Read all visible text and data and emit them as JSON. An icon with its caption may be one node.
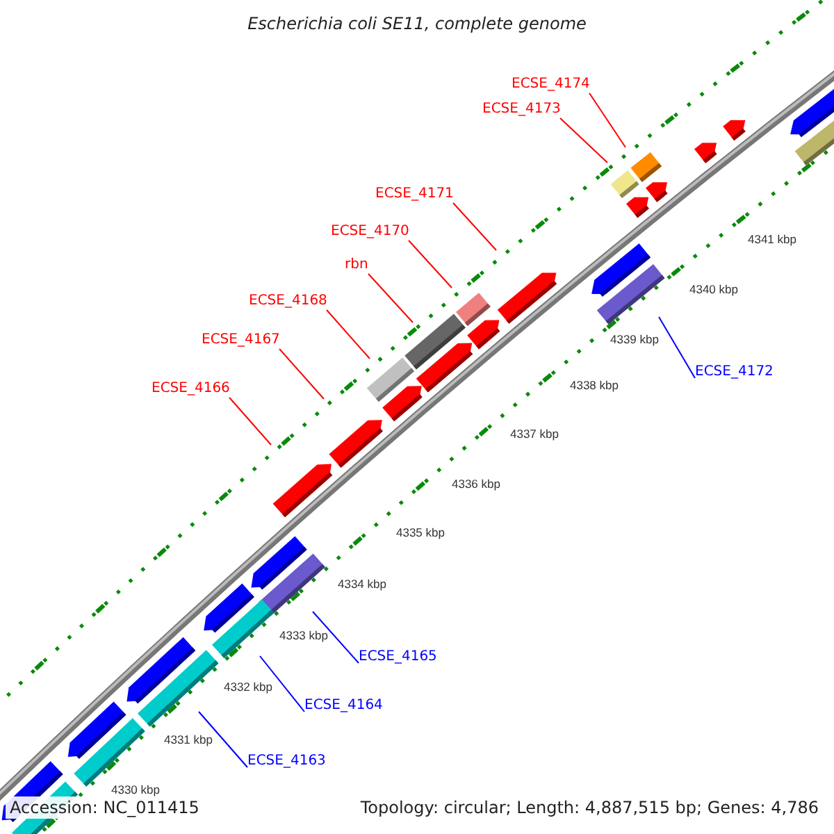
{
  "diagram": {
    "title": "Escherichia coli SE11, complete genome",
    "nodes": [
      {
        "text": [
          "ECSE_4174"
        ]
      },
      {
        "text": [
          "ECSE_4173"
        ]
      },
      {
        "text": [
          "ECSE_4171"
        ]
      },
      {
        "text": [
          "ECSE_4170"
        ]
      },
      {
        "text": [
          "rbn"
        ]
      },
      {
        "text": [
          "ECSE_4168"
        ]
      },
      {
        "text": [
          "ECSE_4167"
        ]
      },
      {
        "text": [
          "ECSE_4166"
        ]
      },
      {
        "text": [
          "ECSE_4172"
        ]
      },
      {
        "text": [
          "ECSE_4165"
        ]
      },
      {
        "text": [
          "ECSE_4164"
        ]
      },
      {
        "text": [
          "ECSE_4163"
        ]
      }
    ],
    "edges": [
      {
        "from": 0,
        "to": null,
        "arrow": "none"
      },
      {
        "from": 1,
        "to": null,
        "arrow": "none"
      },
      {
        "from": 2,
        "to": null,
        "arrow": "none"
      },
      {
        "from": 3,
        "to": null,
        "arrow": "none"
      },
      {
        "from": 4,
        "to": null,
        "arrow": "none"
      },
      {
        "from": 5,
        "to": null,
        "arrow": "none"
      },
      {
        "from": 6,
        "to": null,
        "arrow": "none"
      },
      {
        "from": 7,
        "to": null,
        "arrow": "none"
      },
      {
        "from": 8,
        "to": null,
        "arrow": "none",
        "color": "#0000ff"
      },
      {
        "from": 9,
        "to": null,
        "arrow": "none",
        "color": "#0000ff"
      },
      {
        "from": 10,
        "to": null,
        "arrow": "none",
        "color": "#0000ff"
      },
      {
        "from": 11,
        "to": null,
        "arrow": "none",
        "color": "#0000ff"
      }
    ],
    "labels": [
      "4341 kbp",
      "4340 kbp",
      "4339 kbp",
      "4338 kbp",
      "4337 kbp",
      "4336 kbp",
      "4335 kbp",
      "4334 kbp",
      "4333 kbp",
      "4332 kbp",
      "4331 kbp",
      "4330 kbp",
      "Accession: NC_011415",
      "Topology: circular; Length: 4,887,515 bp; Genes: 4,786"
    ]
  }
}
